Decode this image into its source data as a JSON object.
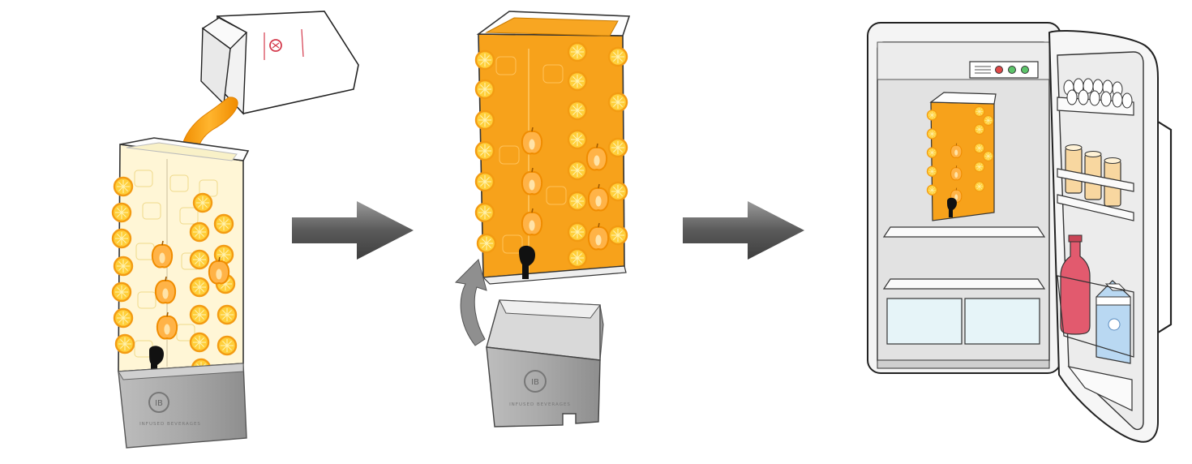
{
  "steps": [
    {
      "id": "pour-juice",
      "icons": [
        "pitcher-icon",
        "juice-stream-icon",
        "dispenser-icon",
        "ice-cubes-icon",
        "orange-slice-icon",
        "apple-slice-icon",
        "spigot-icon",
        "base-stand-icon"
      ]
    },
    {
      "id": "remove-base",
      "icons": [
        "dispenser-icon",
        "curved-arrow-icon",
        "base-stand-icon"
      ]
    },
    {
      "id": "refrigerate",
      "icons": [
        "refrigerator-icon",
        "eggs-icon",
        "cans-icon",
        "bottle-icon",
        "milk-carton-icon",
        "crisper-drawer-icon"
      ]
    }
  ],
  "arrows": 2,
  "branding": {
    "mark": "IB",
    "caption": "INFUSED BEVERAGES"
  },
  "colors": {
    "juice": "#f7a21b",
    "juice_dark": "#f08c00",
    "orange_fill": "#ffcf3a",
    "orange_rind": "#f39b12",
    "apple_flesh": "#ffb347",
    "base_gray": "#a8a8a8",
    "arrow_gray": "#6b6b6b",
    "fridge_wall": "#e2e2e2",
    "bottle_red": "#e25a6e",
    "milk_blue": "#b9d8f2",
    "drawer_blue": "#e6f4f8",
    "can_tan": "#f8d7a0"
  }
}
